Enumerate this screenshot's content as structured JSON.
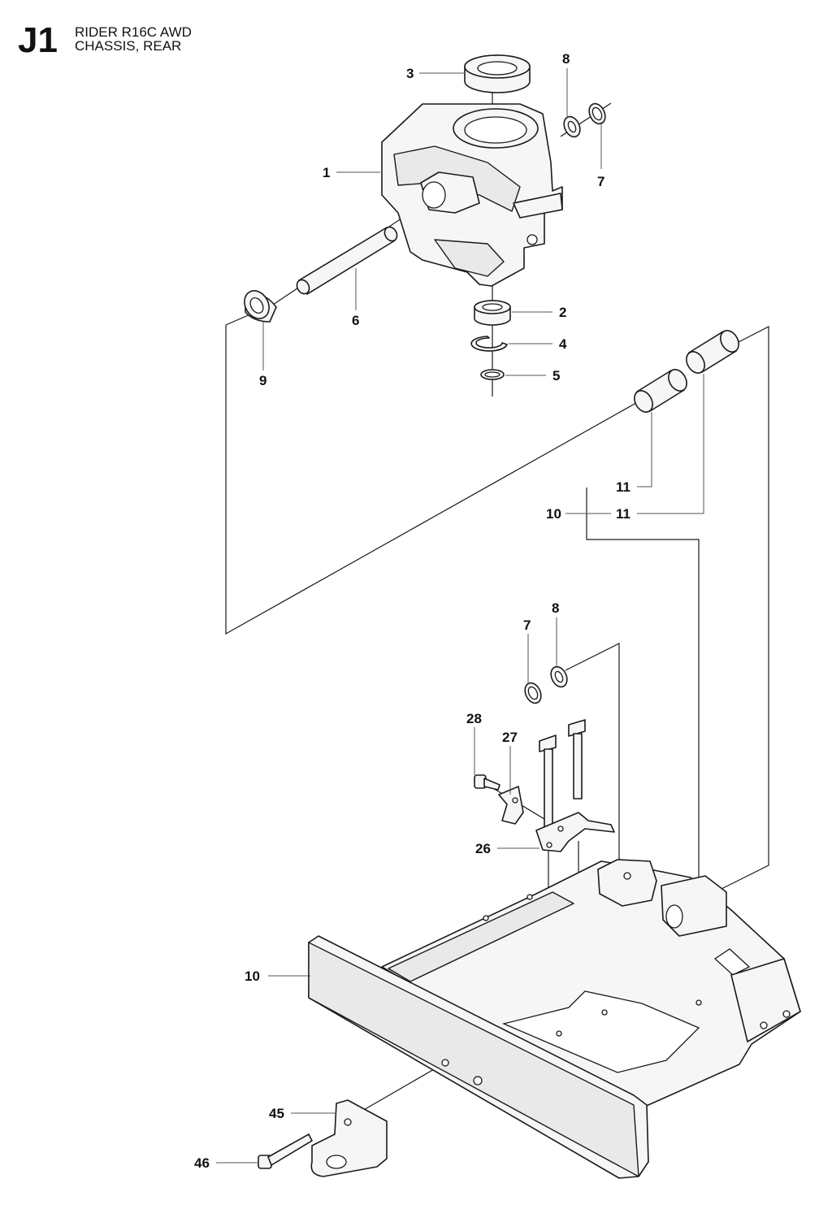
{
  "header": {
    "code": "J1",
    "title_line1": "RIDER R16C AWD",
    "title_line2": "CHASSIS, REAR"
  },
  "callouts": [
    {
      "id": "c3",
      "label": "3"
    },
    {
      "id": "c8a",
      "label": "8"
    },
    {
      "id": "c1",
      "label": "1"
    },
    {
      "id": "c7a",
      "label": "7"
    },
    {
      "id": "c6",
      "label": "6"
    },
    {
      "id": "c2",
      "label": "2"
    },
    {
      "id": "c4",
      "label": "4"
    },
    {
      "id": "c5",
      "label": "5"
    },
    {
      "id": "c9",
      "label": "9"
    },
    {
      "id": "c11a",
      "label": "11"
    },
    {
      "id": "c10a",
      "label": "10"
    },
    {
      "id": "c11b",
      "label": "11"
    },
    {
      "id": "c7b",
      "label": "7"
    },
    {
      "id": "c8b",
      "label": "8"
    },
    {
      "id": "c28",
      "label": "28"
    },
    {
      "id": "c27",
      "label": "27"
    },
    {
      "id": "c26",
      "label": "26"
    },
    {
      "id": "c10b",
      "label": "10"
    },
    {
      "id": "c45",
      "label": "45"
    },
    {
      "id": "c46",
      "label": "46"
    }
  ]
}
